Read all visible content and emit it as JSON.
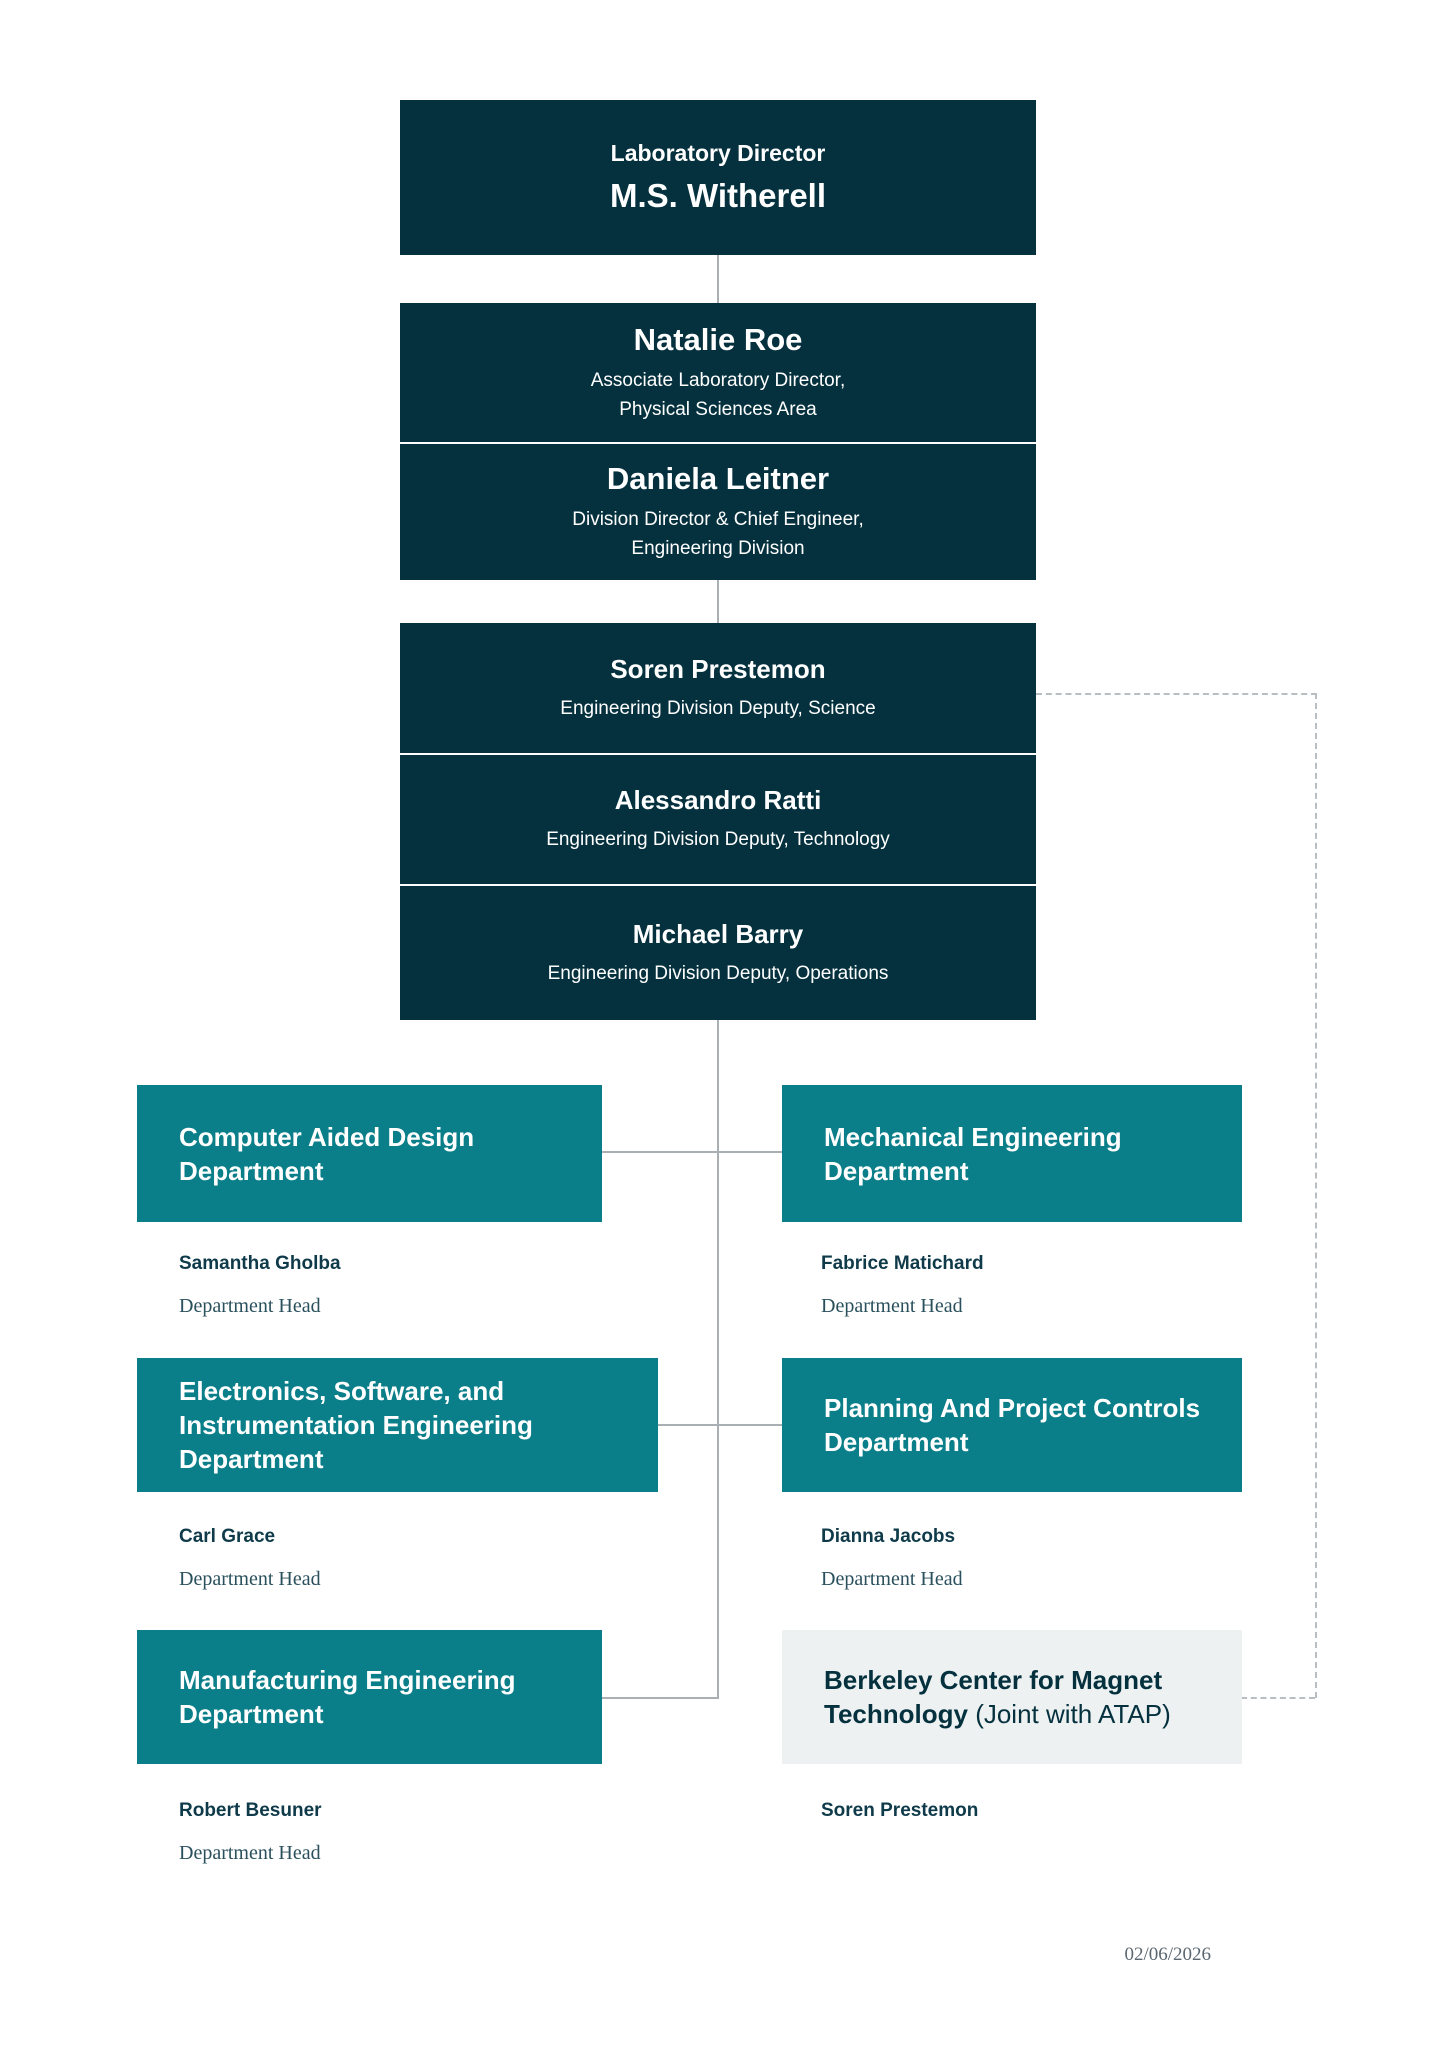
{
  "colors": {
    "navy": "#05313e",
    "teal": "#0a7e89",
    "light_panel": "#edf1f2",
    "connector_gray": "#a9b0b3"
  },
  "org": {
    "director": {
      "title": "Laboratory Director",
      "name": "M.S. Witherell"
    },
    "leaders": [
      {
        "name": "Natalie Roe",
        "role_lines": [
          "Associate Laboratory Director,",
          "Physical Sciences Area"
        ]
      },
      {
        "name": "Daniela Leitner",
        "role_lines": [
          "Division Director & Chief Engineer,",
          "Engineering Division"
        ]
      }
    ],
    "deputies": [
      {
        "name": "Soren Prestemon",
        "role": "Engineering Division Deputy, Science"
      },
      {
        "name": "Alessandro Ratti",
        "role": "Engineering Division Deputy, Technology"
      },
      {
        "name": "Michael Barry",
        "role": "Engineering Division Deputy, Operations"
      }
    ],
    "departments": [
      {
        "title": "Computer Aided Design Department",
        "head": "Samantha Gholba",
        "head_role": "Department Head"
      },
      {
        "title": "Mechanical Engineering Department",
        "head": "Fabrice Matichard",
        "head_role": "Department Head"
      },
      {
        "title": "Electronics, Software, and Instrumentation Engineering Department",
        "head": "Carl Grace",
        "head_role": "Department Head"
      },
      {
        "title": "Planning And Project Controls Department",
        "head": "Dianna Jacobs",
        "head_role": "Department Head"
      },
      {
        "title": "Manufacturing Engineering Department",
        "head": "Robert Besuner",
        "head_role": "Department Head"
      },
      {
        "title_bold": "Berkeley Center for Magnet Technology",
        "title_suffix": " (Joint with ATAP)",
        "head": "Soren Prestemon"
      }
    ]
  },
  "footer": {
    "date": "02/06/2026"
  }
}
